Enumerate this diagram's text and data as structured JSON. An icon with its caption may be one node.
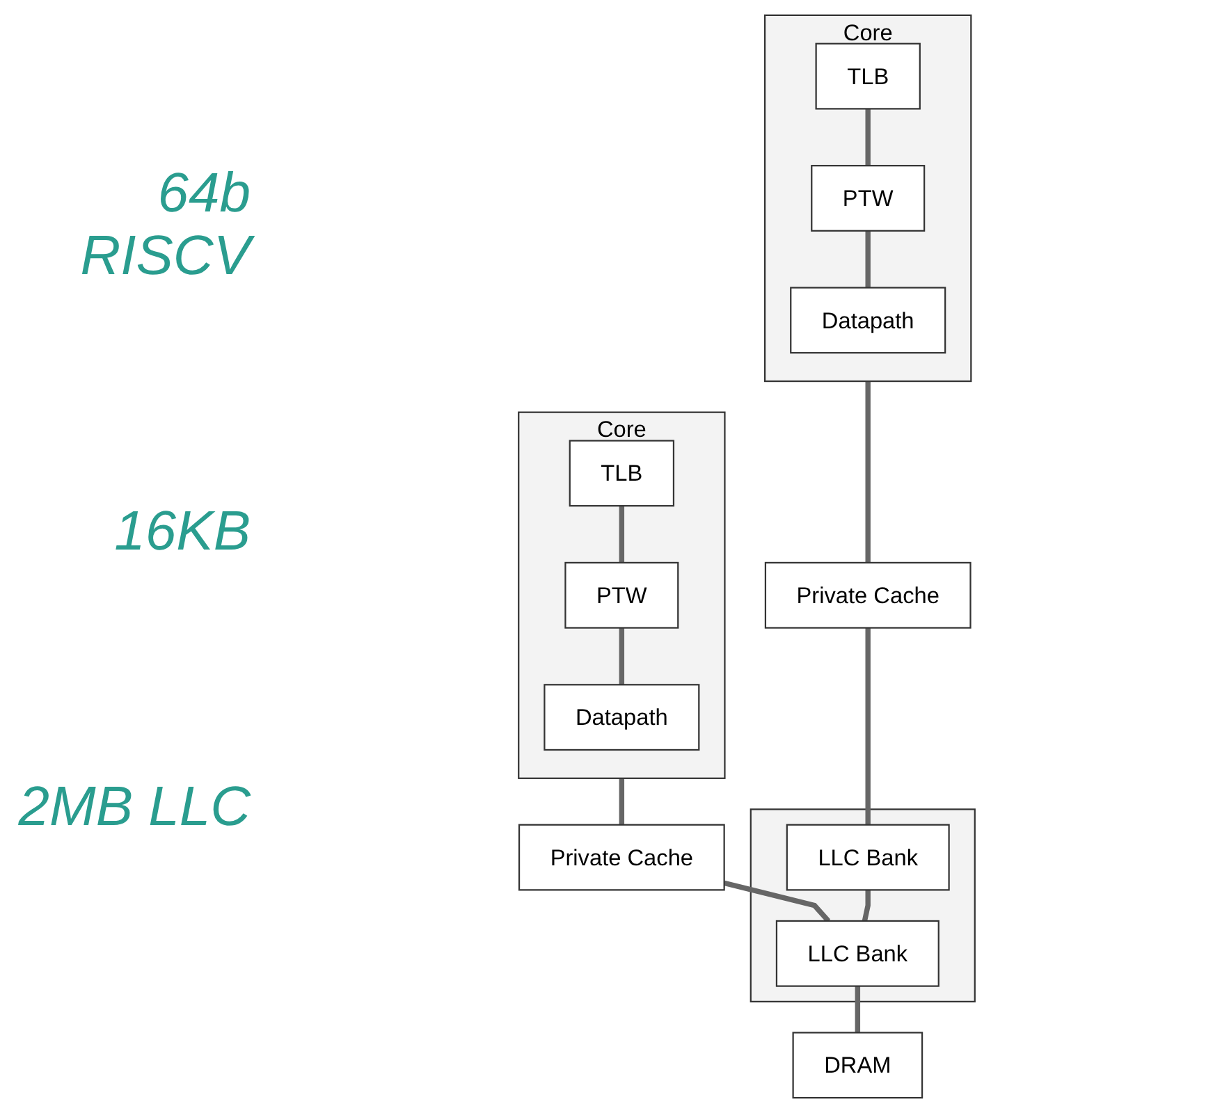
{
  "diagram": {
    "nodes": [
      {
        "text": [
          "Core"
        ]
      },
      {
        "text": [
          "TLB"
        ],
        "in": 0
      },
      {
        "text": [
          "PTW"
        ],
        "in": 0
      },
      {
        "text": [
          "Datapath"
        ],
        "in": 0
      },
      {
        "text": [
          "Core"
        ]
      },
      {
        "text": [
          "TLB"
        ],
        "in": 4
      },
      {
        "text": [
          "PTW"
        ],
        "in": 4
      },
      {
        "text": [
          "Datapath"
        ],
        "in": 4
      },
      {
        "text": [
          "Private Cache"
        ]
      },
      {
        "text": [
          "Private Cache"
        ]
      },
      {
        "text": [],
        "shape": "box"
      },
      {
        "text": [
          "LLC Bank"
        ],
        "in": 10
      },
      {
        "text": [
          "LLC Bank"
        ],
        "in": 10
      },
      {
        "text": [
          "DRAM"
        ]
      }
    ],
    "edges": [
      {
        "from": 1,
        "to": 2,
        "arrow": "none"
      },
      {
        "from": 2,
        "to": 3,
        "arrow": "none"
      },
      {
        "from": 5,
        "to": 6,
        "arrow": "none"
      },
      {
        "from": 6,
        "to": 7,
        "arrow": "none"
      },
      {
        "from": 0,
        "to": 8,
        "arrow": "none"
      },
      {
        "from": 4,
        "to": 9,
        "arrow": "none"
      },
      {
        "from": 8,
        "to": 11,
        "arrow": "none"
      },
      {
        "from": 9,
        "to": 12,
        "arrow": "none"
      },
      {
        "from": 11,
        "to": 12,
        "arrow": "none"
      },
      {
        "from": 12,
        "to": 13,
        "arrow": "none"
      }
    ],
    "labels": [
      "64b RISCV",
      "16KB",
      "2MB LLC"
    ]
  }
}
